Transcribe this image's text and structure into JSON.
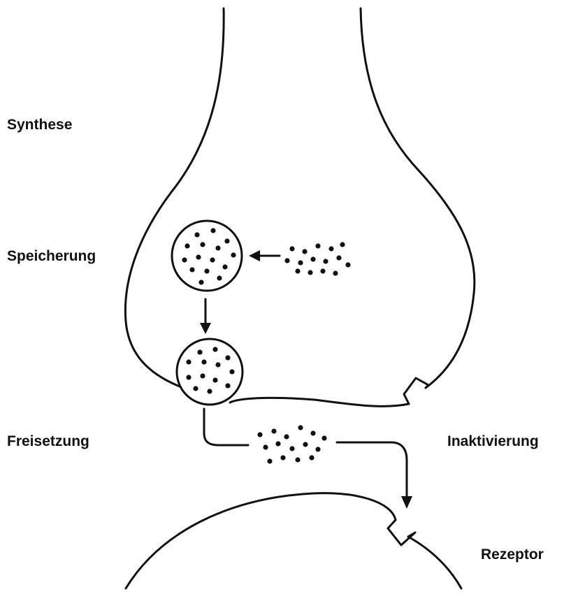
{
  "labels": {
    "synthesis": "Synthese",
    "storage": "Speicherung",
    "release": "Freisetzung",
    "inactivation": "Inaktivierung",
    "receptor": "Rezeptor"
  },
  "colors": {
    "ink": "#111111",
    "background": "#ffffff"
  }
}
